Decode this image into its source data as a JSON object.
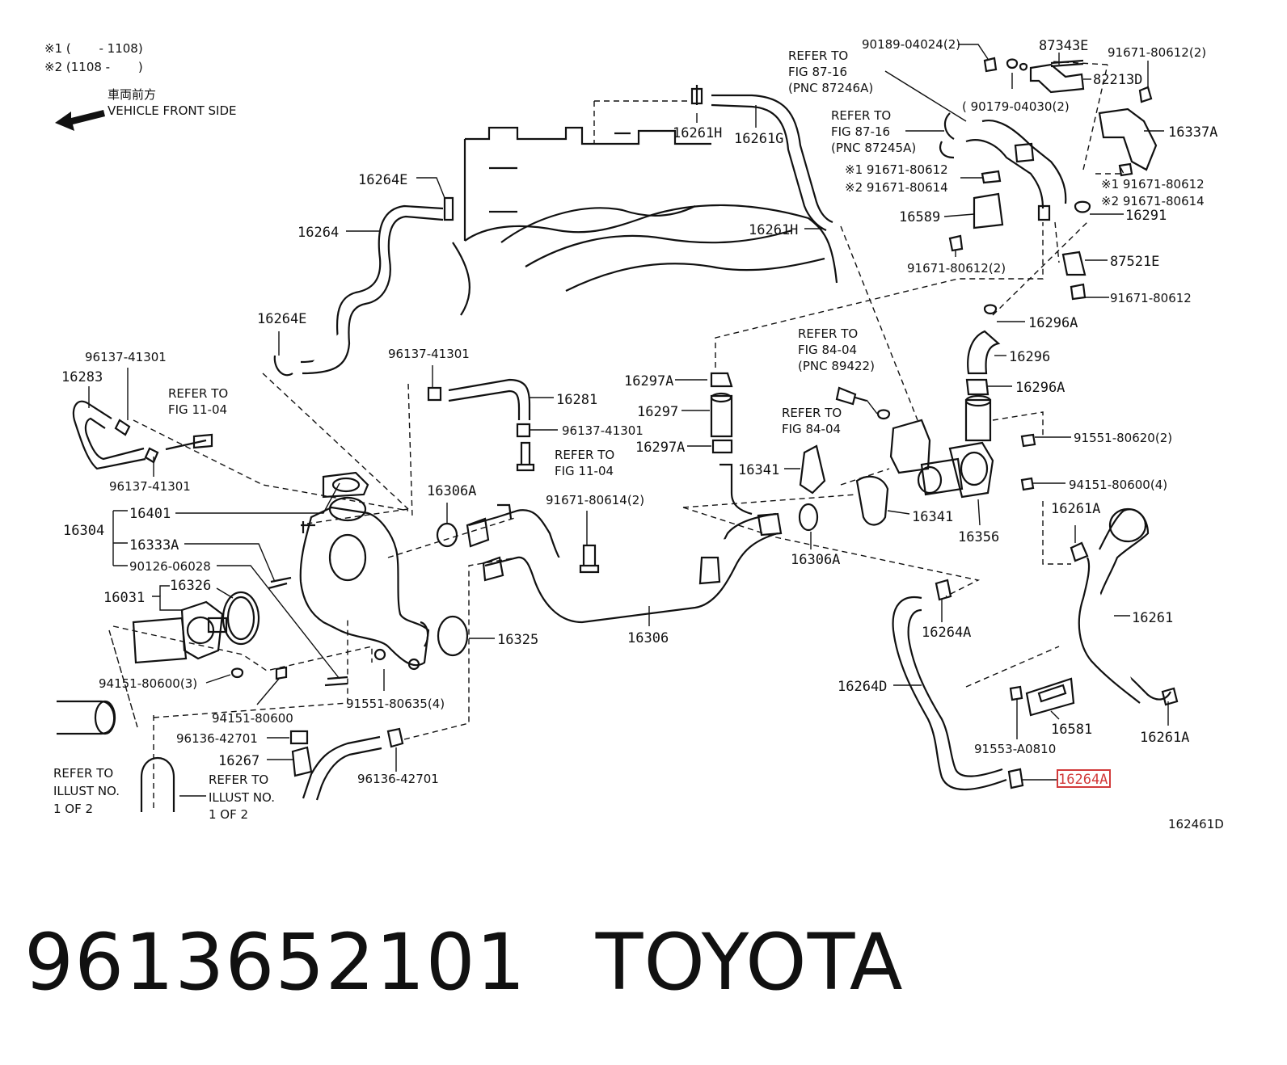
{
  "legend": {
    "note1": "※1 (　　 - 1108)",
    "note2": "※2 (1108 -　　 )",
    "front_jp": "車両前方",
    "front_en": "VEHICLE FRONT SIDE"
  },
  "labels": {
    "l16261H_top": "16261H",
    "l16261G": "16261G",
    "l16264E_top": "16264E",
    "l16264": "16264",
    "l16264E_mid": "16264E",
    "l16261H_mid": "16261H",
    "l96137_a": "96137-41301",
    "l16283": "16283",
    "l_refer1104_a1": "REFER TO",
    "l_refer1104_a2": "FIG 11-04",
    "l96137_b": "96137-41301",
    "l96137_c": "96137-41301",
    "l16281": "16281",
    "l96137_d": "96137-41301",
    "l_refer1104_b1": "REFER TO",
    "l_refer1104_b2": "FIG 11-04",
    "l16297A_a": "16297A",
    "l16297": "16297",
    "l16297A_b": "16297A",
    "l16341_a": "16341",
    "l_refer8404_a1": "REFER TO",
    "l_refer8404_a2": "FIG 84-04",
    "l_refer8404_a3": "(PNC 89422)",
    "l_refer8404_b1": "REFER TO",
    "l_refer8404_b2": "FIG 84-04",
    "l16296A_a": "16296A",
    "l16296": "16296",
    "l16296A_b": "16296A",
    "l91551_620": "91551-80620(2)",
    "l94151_600_4": "94151-80600(4)",
    "l16341_b": "16341",
    "l16356": "16356",
    "l16261A_a": "16261A",
    "l16261": "16261",
    "l16261A_b": "16261A",
    "l16581": "16581",
    "l91553": "91553-A0810",
    "l16264A_hl": "16264A",
    "l16264A": "16264A",
    "l16264D": "16264D",
    "l16306A_a": "16306A",
    "l16306A_b": "16306A",
    "l91671_614_2": "91671-80614(2)",
    "l16306": "16306",
    "l16325": "16325",
    "l16304": "16304",
    "l16401": "16401",
    "l16333A": "16333A",
    "l90126": "90126-06028",
    "l16031": "16031",
    "l16326": "16326",
    "l94151_600_3": "94151-80600(3)",
    "l94151_600": "94151-80600",
    "l91551_635": "91551-80635(4)",
    "l96136_a": "96136-42701",
    "l16267": "16267",
    "l96136_b": "96136-42701",
    "l_ill_a1": "REFER TO",
    "l_ill_a2": "ILLUST NO.",
    "l_ill_a3": "1 OF 2",
    "l_ill_b1": "REFER TO",
    "l_ill_b2": "ILLUST NO.",
    "l_ill_b3": "1 OF 2",
    "l90189": "90189-04024(2)",
    "l87343E": "87343E",
    "l91671_612_2a": "91671-80612(2)",
    "l82213D": "82213D",
    "l90179": "( 90179-04030(2)",
    "l_refer8716a1": "REFER TO",
    "l_refer8716a2": "FIG 87-16",
    "l_refer8716a3": "(PNC 87246A)",
    "l_refer8716b1": "REFER TO",
    "l_refer8716b2": "FIG 87-16",
    "l_refer8716b3": "(PNC 87245A)",
    "l16337A": "16337A",
    "l_n1_612": "※1 91671-80612",
    "l_n2_614": "※2 91671-80614",
    "l_n1_612r": "※1 91671-80612",
    "l_n2_614r": "※2 91671-80614",
    "l16589": "16589",
    "l16291": "16291",
    "l91671_612_2b": "91671-80612(2)",
    "l87521E": "87521E",
    "l91671_612": "91671-80612",
    "l_fig_id": "162461D"
  },
  "footer": {
    "part_number": "9613652101",
    "brand": "TOYOTA"
  },
  "colors": {
    "ink": "#111111",
    "highlight": "#d23a3a"
  }
}
